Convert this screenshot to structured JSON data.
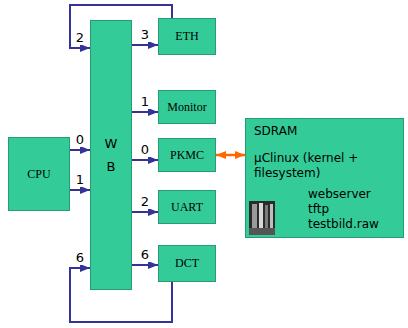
{
  "diagram": {
    "nodes": [
      {
        "text": [
          "CPU"
        ]
      },
      {
        "text": [
          "W B"
        ]
      },
      {
        "text": [
          "ETH"
        ]
      },
      {
        "text": [
          "Monitor"
        ]
      },
      {
        "text": [
          "PKMC"
        ]
      },
      {
        "text": [
          "UART"
        ]
      },
      {
        "text": [
          "DCT"
        ]
      },
      {
        "text": [
          "SDRAM",
          "µClinux (kernel + filesystem)",
          "webserver",
          "tftp",
          "testbild.raw"
        ]
      }
    ],
    "edges": [
      {
        "from": 0,
        "to": 1,
        "arrow": "to",
        "label": "0"
      },
      {
        "from": 0,
        "to": 1,
        "arrow": "to",
        "label": "1"
      },
      {
        "from": 1,
        "to": 2,
        "arrow": "to",
        "label": "3"
      },
      {
        "from": 2,
        "to": 1,
        "arrow": "to",
        "label": "2"
      },
      {
        "from": 1,
        "to": 3,
        "arrow": "to",
        "label": "1"
      },
      {
        "from": 1,
        "to": 4,
        "arrow": "to",
        "label": "0"
      },
      {
        "from": 1,
        "to": 5,
        "arrow": "to",
        "label": "2"
      },
      {
        "from": 1,
        "to": 6,
        "arrow": "to",
        "label": "6"
      },
      {
        "from": 6,
        "to": 1,
        "arrow": "to",
        "label": "6"
      },
      {
        "from": 4,
        "to": 7,
        "arrow": "both"
      }
    ]
  }
}
